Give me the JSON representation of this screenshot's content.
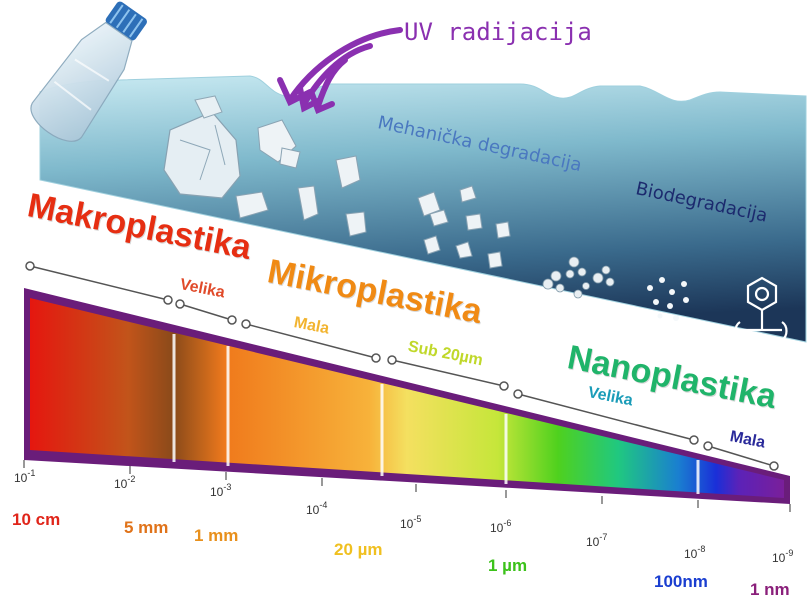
{
  "top": {
    "uv_label": "UV radijacija",
    "mech_label": "Mehanička degradacija",
    "bio_label": "Biodegradacija"
  },
  "categories": {
    "makro": "Makroplastika",
    "mikro": "Mikroplastika",
    "nano": "Nanoplastika"
  },
  "subranges": {
    "makro_velika": "Velika",
    "mikro_mala": "Mala",
    "mikro_sub": "Sub 20µm",
    "nano_velika": "Velika",
    "nano_mala": "Mala"
  },
  "axis": {
    "exponent_base": "10",
    "exponents": [
      "-1",
      "-2",
      "-3",
      "-4",
      "-5",
      "-6",
      "-7",
      "-8",
      "-9"
    ]
  },
  "sizes": {
    "s10cm": "10 cm",
    "s5mm": "5 mm",
    "s1mm": "1 mm",
    "s20um": "20 µm",
    "s1um": "1 µm",
    "s100nm": "100nm",
    "s1nm": "1 nm"
  },
  "colors": {
    "water_top": "#bfe3ec",
    "water_bottom": "#1c3c5e",
    "purple": "#7a2a8c",
    "makro": "#e63a1e",
    "mikro": "#f39c12",
    "nano": "#2ecc71"
  }
}
